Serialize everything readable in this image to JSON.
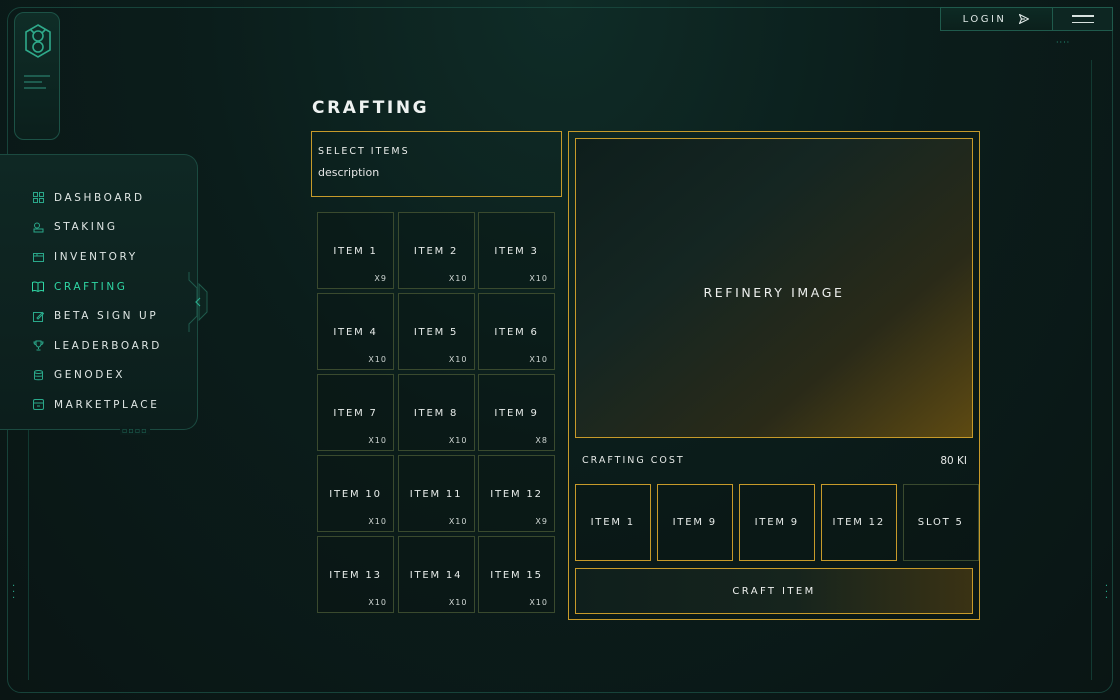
{
  "header": {
    "login_label": "LOGIN",
    "login_icon": "send-arrow-icon",
    "menu_icon": "hamburger-icon"
  },
  "sidebar": {
    "items": [
      {
        "label": "DASHBOARD",
        "icon": "grid-icon",
        "active": false
      },
      {
        "label": "STAKING",
        "icon": "coins-icon",
        "active": false
      },
      {
        "label": "INVENTORY",
        "icon": "box-icon",
        "active": false
      },
      {
        "label": "CRAFTING",
        "icon": "book-icon",
        "active": true
      },
      {
        "label": "BETA SIGN UP",
        "icon": "edit-icon",
        "active": false
      },
      {
        "label": "LEADERBOARD",
        "icon": "trophy-icon",
        "active": false
      },
      {
        "label": "GENODEX",
        "icon": "database-icon",
        "active": false
      },
      {
        "label": "MARKETPLACE",
        "icon": "store-icon",
        "active": false
      }
    ]
  },
  "main": {
    "title": "CRAFTING",
    "select": {
      "title": "SELECT ITEMS",
      "description": "description"
    },
    "items": [
      {
        "name": "ITEM 1",
        "qty": "X9"
      },
      {
        "name": "ITEM 2",
        "qty": "X10"
      },
      {
        "name": "ITEM 3",
        "qty": "X10"
      },
      {
        "name": "ITEM 4",
        "qty": "X10"
      },
      {
        "name": "ITEM 5",
        "qty": "X10"
      },
      {
        "name": "ITEM 6",
        "qty": "X10"
      },
      {
        "name": "ITEM 7",
        "qty": "X10"
      },
      {
        "name": "ITEM 8",
        "qty": "X10"
      },
      {
        "name": "ITEM 9",
        "qty": "X8"
      },
      {
        "name": "ITEM 10",
        "qty": "X10"
      },
      {
        "name": "ITEM 11",
        "qty": "X10"
      },
      {
        "name": "ITEM 12",
        "qty": "X9"
      },
      {
        "name": "ITEM 13",
        "qty": "X10"
      },
      {
        "name": "ITEM 14",
        "qty": "X10"
      },
      {
        "name": "ITEM 15",
        "qty": "X10"
      }
    ],
    "refinery": {
      "image_label": "REFINERY IMAGE",
      "cost_label": "CRAFTING COST",
      "cost_value": "80 KI",
      "slots": [
        {
          "label": "ITEM 1",
          "filled": true
        },
        {
          "label": "ITEM 9",
          "filled": true
        },
        {
          "label": "ITEM 9",
          "filled": true
        },
        {
          "label": "ITEM 12",
          "filled": true
        },
        {
          "label": "SLOT 5",
          "filled": false
        }
      ],
      "craft_label": "CRAFT ITEM"
    }
  },
  "colors": {
    "accent_gold": "#c79a2a",
    "accent_teal": "#2fd7a4",
    "background": "#0b1d1b"
  }
}
